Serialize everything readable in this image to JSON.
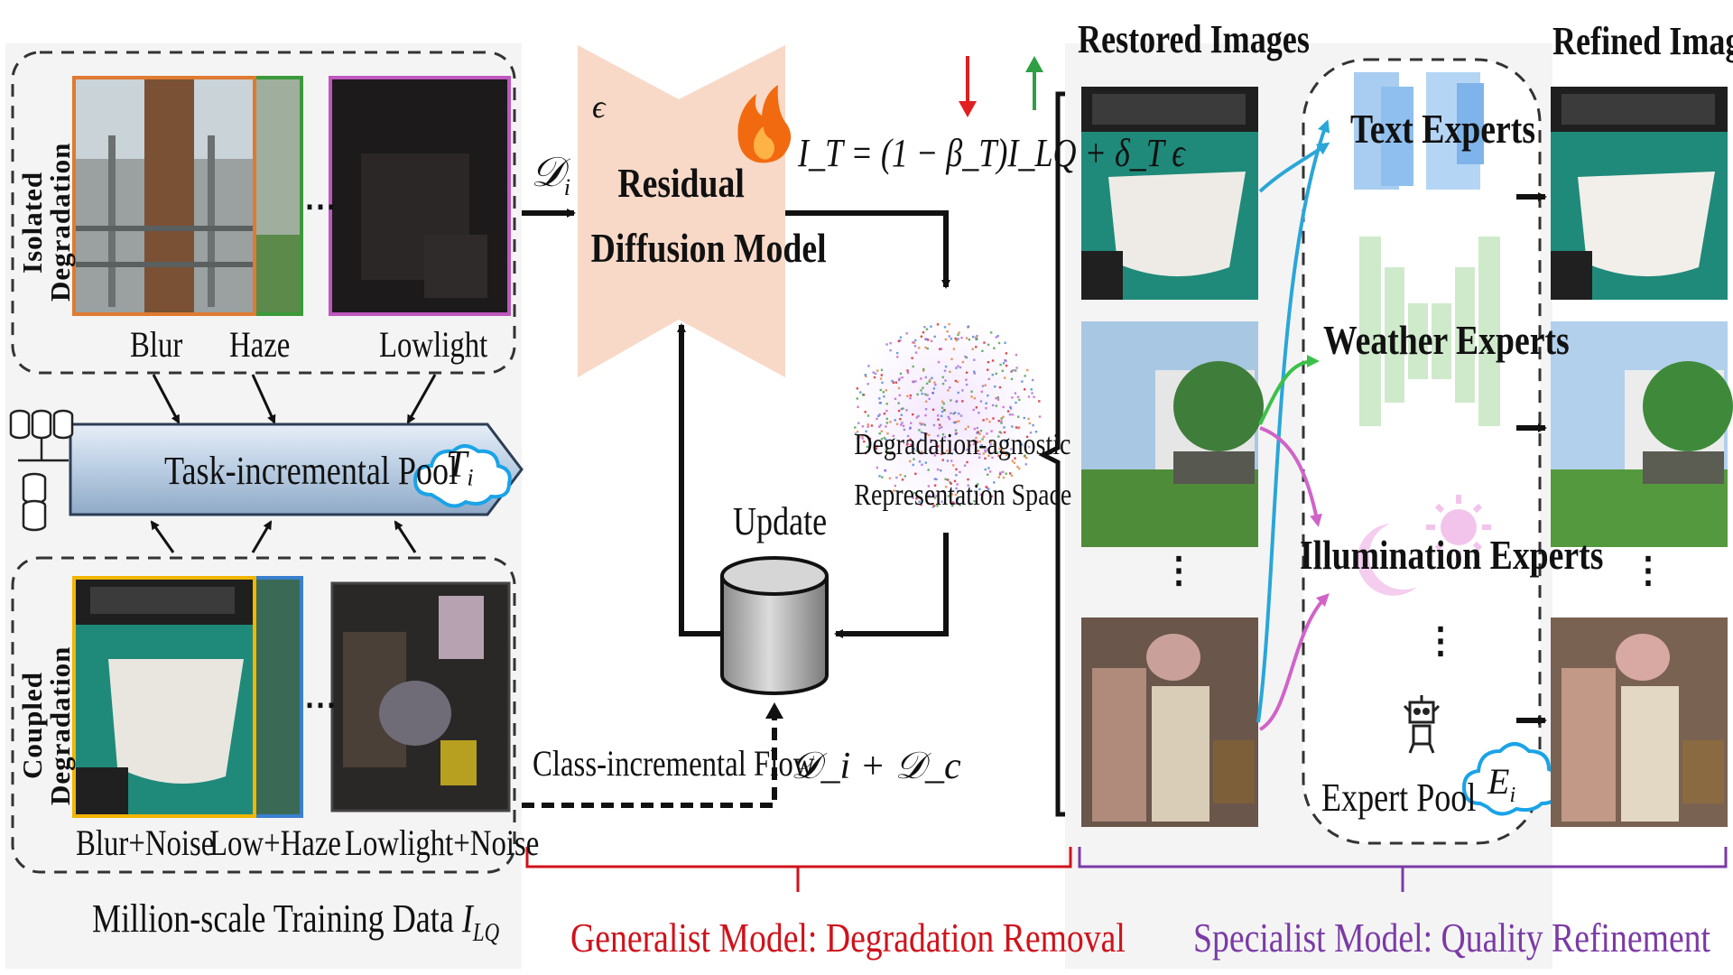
{
  "left_panel": {
    "isolated": {
      "title_line1": "Isolated",
      "title_line2": "Degradation",
      "labels": [
        "Blur",
        "Haze",
        "Lowlight"
      ]
    },
    "pool_label": "Task-incremental Pool",
    "pool_symbol": "T",
    "pool_subscript": "i",
    "coupled": {
      "title_line1": "Coupled",
      "title_line2": "Degradation",
      "labels": [
        "Blur+Noise",
        "Low+Haze",
        "Lowlight+Noise"
      ]
    },
    "ellipsis": "⋯",
    "caption_main": "Million-scale Training Data ",
    "caption_symbol": "I",
    "caption_subscript": "LQ"
  },
  "generalist": {
    "input_symbol": "𝒟",
    "input_subscript": "i",
    "epsilon": "ϵ",
    "model_line1": "Residual",
    "model_line2": "Diffusion Model",
    "equation": "I_T = (1 − β_T)I_LQ + δ_T ϵ",
    "space_line1": "Degradation-agnostic",
    "space_line2": "Representation Space",
    "update_label": "Update",
    "flow_label": "Class-incremental Flow",
    "flow_symbol": "𝒟_i + 𝒟_c",
    "caption": "Generalist Model: Degradation Removal"
  },
  "specialist": {
    "restored_title": "Restored Images",
    "refined_title": "Refined Images",
    "experts": [
      "Text Experts",
      "Weather Experts",
      "Illumination Experts"
    ],
    "pool_label": "Expert Pool",
    "pool_symbol": "E",
    "pool_subscript": "i",
    "caption": "Specialist Model: Quality Refinement",
    "vdots": "⋮"
  },
  "colors": {
    "generalist_caption": "#d0121b",
    "specialist_caption": "#7b3aa6",
    "cloud": "#1aa3e8",
    "arrow_blue": "#2aa6d8",
    "arrow_green": "#3cc04a",
    "arrow_pink": "#d063c8",
    "arrow_down": "#e02020",
    "arrow_up": "#2ea043",
    "diffusion_fill": "#f8d9c7",
    "pool_fill": "#c7d6e6",
    "orange": "#e07a30",
    "green": "#3a9a3a",
    "magenta": "#c057c0",
    "yellow": "#f2b500",
    "blue": "#3a7fd0"
  }
}
